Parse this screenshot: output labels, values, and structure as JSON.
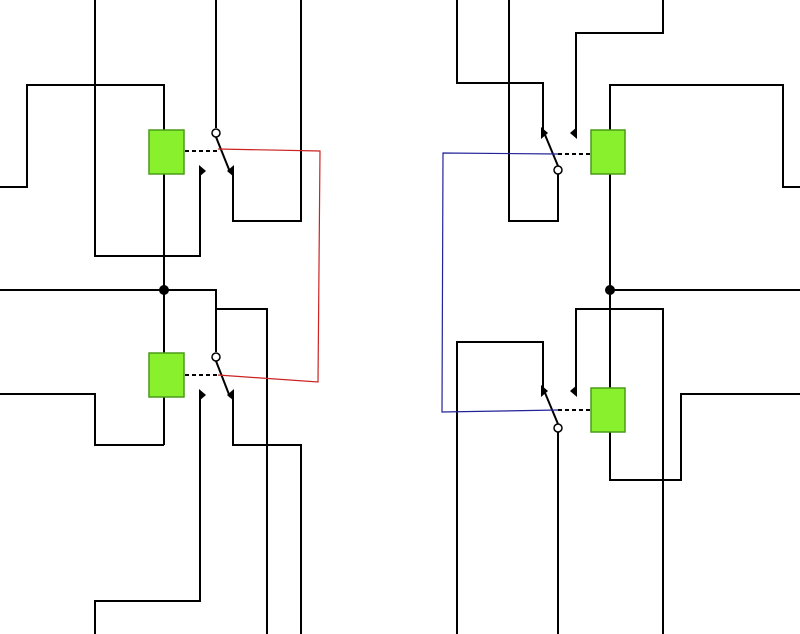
{
  "colors": {
    "background": "#ffffff",
    "wire": "#000000",
    "coil_fill": "#88f02c",
    "coil_stroke": "#4a9a18",
    "link_left": "#cc2222",
    "link_right": "#22229a"
  },
  "components": {
    "relays": [
      {
        "name": "relay-top-left",
        "coil": "coil-top-left",
        "contact": "contact-top-left"
      },
      {
        "name": "relay-bottom-left",
        "coil": "coil-bottom-left",
        "contact": "contact-bottom-left"
      },
      {
        "name": "relay-top-right",
        "coil": "coil-top-right",
        "contact": "contact-top-right"
      },
      {
        "name": "relay-bottom-right",
        "coil": "coil-bottom-right",
        "contact": "contact-bottom-right"
      }
    ],
    "junctions": [
      "junction-left",
      "junction-right"
    ],
    "links": [
      {
        "name": "interlock-link-left",
        "color_key": "link_left"
      },
      {
        "name": "interlock-link-right",
        "color_key": "link_right"
      }
    ]
  }
}
